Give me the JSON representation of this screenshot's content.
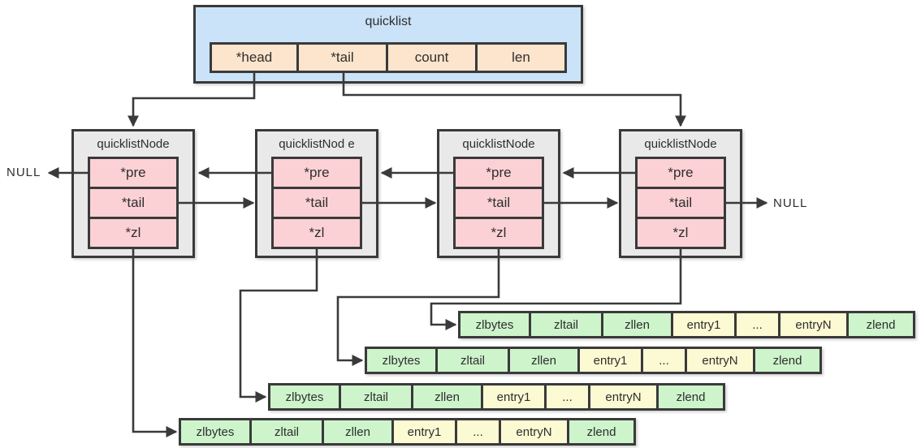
{
  "quicklist": {
    "title": "quicklist",
    "cells": [
      "*head",
      "*tail",
      "count",
      "len"
    ]
  },
  "nodes": [
    {
      "title": "quicklistNode",
      "cells": [
        "*pre",
        "*tail",
        "*zl"
      ]
    },
    {
      "title": "quicklistNod e",
      "cells": [
        "*pre",
        "*tail",
        "*zl"
      ]
    },
    {
      "title": "quicklistNode",
      "cells": [
        "*pre",
        "*tail",
        "*zl"
      ]
    },
    {
      "title": "quicklistNode",
      "cells": [
        "*pre",
        "*tail",
        "*zl"
      ]
    }
  ],
  "ziplists": [
    {
      "cells": [
        "zlbytes",
        "zltail",
        "zllen",
        "entry1",
        "...",
        "entryN",
        "zlend"
      ]
    },
    {
      "cells": [
        "zlbytes",
        "zltail",
        "zllen",
        "entry1",
        "...",
        "entryN",
        "zlend"
      ]
    },
    {
      "cells": [
        "zlbytes",
        "zltail",
        "zllen",
        "entry1",
        "...",
        "entryN",
        "zlend"
      ]
    },
    {
      "cells": [
        "zlbytes",
        "zltail",
        "zllen",
        "entry1",
        "...",
        "entryN",
        "zlend"
      ]
    }
  ],
  "labels": {
    "null_left": "NULL",
    "null_right": "NULL"
  },
  "colors": {
    "border": "#3a3a3a",
    "quicklist_fill": "#cbe3f8",
    "field_cell": "#fce5cc",
    "node_fill": "#e9e9e9",
    "pointer_cell": "#fbd1d5",
    "ziplist_green": "#cdf4cb",
    "ziplist_yellow": "#fcfad3"
  }
}
